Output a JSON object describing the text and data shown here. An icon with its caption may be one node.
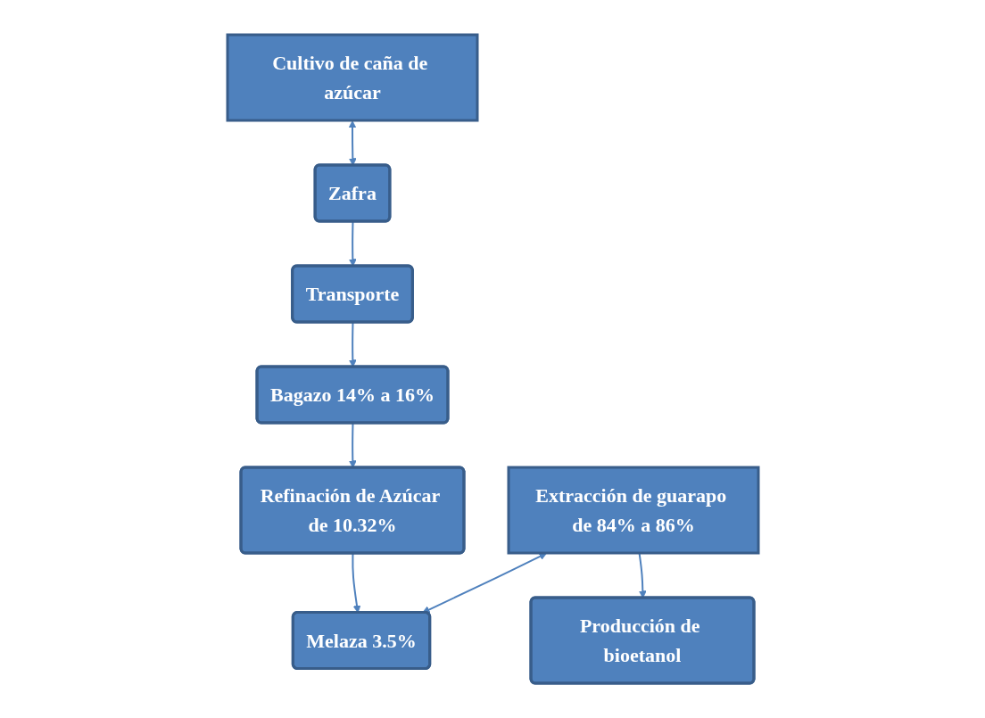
{
  "diagram": {
    "nodes": [
      {
        "text": [
          "Cultivo de caña de azúcar"
        ]
      },
      {
        "text": [
          "Zafra"
        ]
      },
      {
        "text": [
          "Transporte"
        ]
      },
      {
        "text": [
          "Bagazo 14% a 16%"
        ]
      },
      {
        "text": [
          "Refinación de Azúcar de 10.32%"
        ]
      },
      {
        "text": [
          "Melaza 3.5%"
        ]
      },
      {
        "text": [
          "Extracción de guarapo de 84% a 86%"
        ]
      },
      {
        "text": [
          "Producción de bioetanol"
        ]
      }
    ],
    "edges": [
      {
        "from": 0,
        "to": 1,
        "arrow": "both"
      },
      {
        "from": 1,
        "to": 2,
        "arrow": "to"
      },
      {
        "from": 2,
        "to": 3,
        "arrow": "to"
      },
      {
        "from": 3,
        "to": 4,
        "arrow": "to"
      },
      {
        "from": 4,
        "to": 5,
        "arrow": "to"
      },
      {
        "from": 6,
        "to": 5,
        "arrow": "both"
      },
      {
        "from": 6,
        "to": 7,
        "arrow": "to"
      }
    ]
  }
}
